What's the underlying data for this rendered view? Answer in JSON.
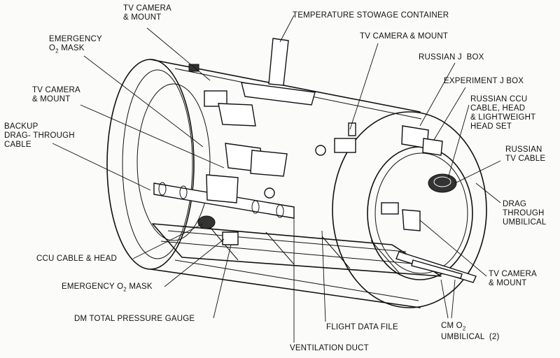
{
  "labels": {
    "tv_camera_mount_top": "TV CAMERA\n& MOUNT",
    "temperature_stowage": "TEMPERATURE STOWAGE CONTAINER",
    "emergency_o2_mask_top": "EMERGENCY\nO",
    "emergency_o2_mask_top_sub": "2",
    "emergency_o2_mask_top_tail": " MASK",
    "tv_camera_mount_right": "TV CAMERA & MOUNT",
    "russian_j_box": "RUSSIAN J  BOX",
    "tv_camera_mount_left": "TV CAMERA\n& MOUNT",
    "experiment_j_box": "EXPERIMENT J BOX",
    "russian_ccu_cable": "RUSSIAN CCU\nCABLE, HEAD\n& LIGHTWEIGHT\nHEAD SET",
    "backup_drag_through": "BACKUP\nDRAG- THROUGH\nCABLE",
    "russian_tv_cable": "RUSSIAN\nTV CABLE",
    "drag_through_umbilical": "DRAG\nTHROUGH\nUMBILICAL",
    "ccu_cable_head": "CCU CABLE & HEAD",
    "emergency_o2_mask_bottom": "EMERGENCY O",
    "emergency_o2_mask_bottom_sub": "2",
    "emergency_o2_mask_bottom_tail": " MASK",
    "tv_camera_mount_bottom": "TV CAMERA\n& MOUNT",
    "dm_total_pressure": "DM TOTAL PRESSURE GAUGE",
    "flight_data_file": "FLIGHT DATA FILE",
    "cm_o2_umbilical": "CM O",
    "cm_o2_umbilical_sub": "2",
    "cm_o2_umbilical_tail": "UMBILICAL  (2)",
    "ventilation_duct": "VENTILATION DUCT"
  }
}
